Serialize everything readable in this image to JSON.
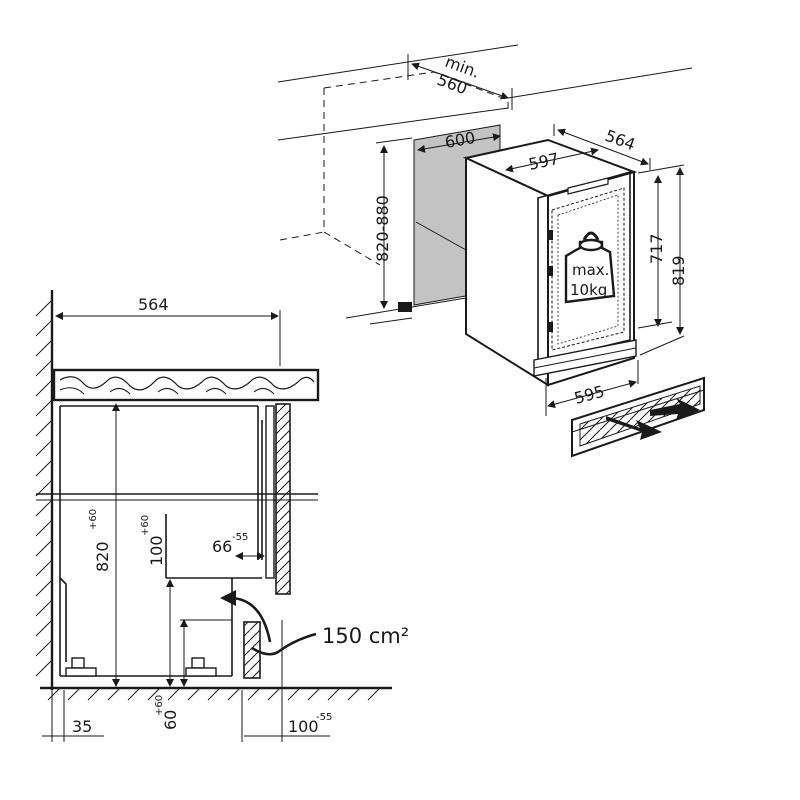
{
  "iso_view": {
    "min_label": "min.",
    "niche_depth": "560",
    "niche_width": "600",
    "niche_height": "820-880",
    "appliance_width": "597",
    "appliance_depth": "564",
    "appliance_height_inner": "717",
    "appliance_height": "819",
    "appliance_width_bottom": "595",
    "load_label_line1": "max.",
    "load_label_line2": "10kg"
  },
  "section_view": {
    "depth": "564",
    "height": "820",
    "height_tol": "+60",
    "plinth": "100",
    "plinth_tol": "+60",
    "gap": "66",
    "gap_tol": "-55",
    "vent_area": "150 cm²",
    "foot_height": "60",
    "foot_tol": "+60",
    "wall_gap": "35",
    "front_gap": "100",
    "front_gap_tol": "-55"
  }
}
